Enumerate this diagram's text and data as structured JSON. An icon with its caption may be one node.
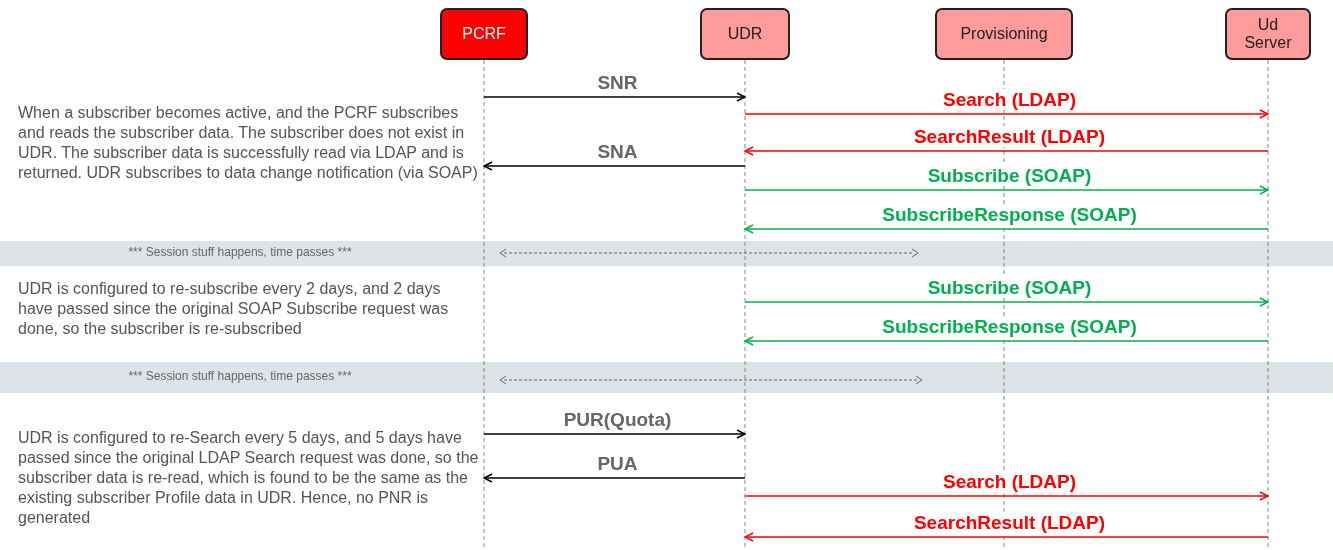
{
  "diagram": {
    "nodes": [
      {
        "text": [
          "PCRF"
        ]
      },
      {
        "text": [
          "UDR"
        ]
      },
      {
        "text": [
          "Provisioning"
        ]
      },
      {
        "text": [
          "Ud Server"
        ]
      }
    ],
    "edges": [
      {
        "from": 0,
        "to": 1,
        "arrow": "to",
        "label": "SNR"
      },
      {
        "from": 1,
        "to": 3,
        "arrow": "to",
        "label": "Search (LDAP)",
        "color": "#ff0000"
      },
      {
        "from": 3,
        "to": 1,
        "arrow": "to",
        "label": "SearchResult (LDAP)",
        "color": "#ff0000"
      },
      {
        "from": 1,
        "to": 0,
        "arrow": "to",
        "label": "SNA"
      },
      {
        "from": 1,
        "to": 3,
        "arrow": "to",
        "label": "Subscribe (SOAP)",
        "color": "#00b050"
      },
      {
        "from": 3,
        "to": 1,
        "arrow": "to",
        "label": "SubscribeResponse (SOAP)",
        "color": "#00b050"
      },
      {
        "from": 1,
        "to": 3,
        "arrow": "to",
        "label": "Subscribe (SOAP)",
        "color": "#00b050"
      },
      {
        "from": 3,
        "to": 1,
        "arrow": "to",
        "label": "SubscribeResponse (SOAP)",
        "color": "#00b050"
      },
      {
        "from": 0,
        "to": 1,
        "arrow": "to",
        "label": "PUR(Quota)"
      },
      {
        "from": 1,
        "to": 0,
        "arrow": "to",
        "label": "PUA"
      },
      {
        "from": 1,
        "to": 3,
        "arrow": "to",
        "label": "Search (LDAP)",
        "color": "#ff0000"
      },
      {
        "from": 3,
        "to": 1,
        "arrow": "to",
        "label": "SearchResult (LDAP)",
        "color": "#ff0000"
      }
    ],
    "labels": [
      "When a subscriber becomes active, and the PCRF subscribes and reads the subscriber data. The subscriber does not exist in UDR. The subscriber data is successfully read via LDAP and is returned. UDR subscribes to data change notification (via SOAP)",
      "*** Session stuff happens, time passes ***",
      "UDR is configured to re-subscribe every 2 days, and 2 days have passed since the original SOAP Subscribe request was done, so the subscriber is re-subscribed",
      "*** Session stuff happens, time passes ***",
      "UDR is configured to re-Search every 5 days, and 5 days have passed since the original LDAP Search request was done, so the subscriber data is re-read, which is found to be the same as the existing subscriber Profile data in UDR. Hence, no PNR is generated"
    ]
  }
}
